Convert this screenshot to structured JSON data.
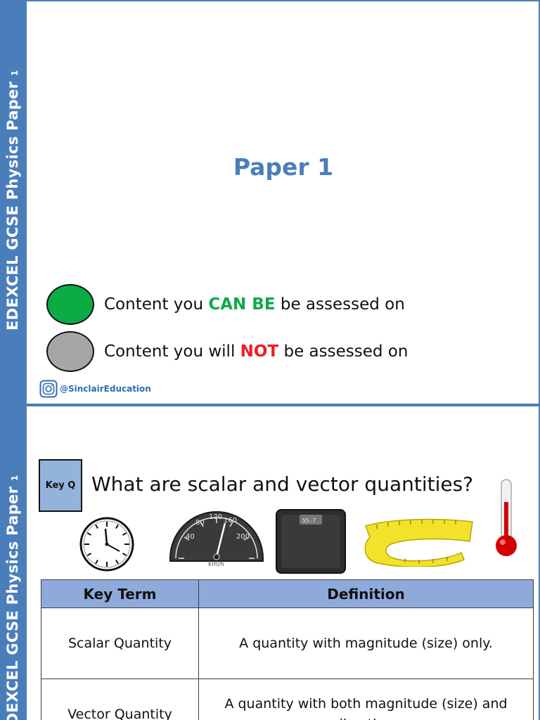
{
  "slide1": {
    "side_text": "EDEXCEL GCSE Physics Paper",
    "side_number": "1",
    "title": "Paper 1",
    "legend": {
      "can_prefix": "Content you ",
      "can_highlight": "CAN BE",
      "can_suffix": " be assessed on",
      "not_prefix": "Content you will ",
      "not_highlight": "NOT",
      "not_suffix": " be assessed on"
    },
    "social_handle": "@SinclairEducation"
  },
  "slide2": {
    "side_text": "EDEXCEL GCSE Physics Paper",
    "side_number": "1",
    "key_badge": "Key Q",
    "question": "What are scalar and vector quantities?",
    "speedometer": {
      "ticks": [
        "40",
        "80",
        "120",
        "160",
        "200"
      ],
      "unit": "km/h"
    },
    "scale_display": "55.7",
    "table": {
      "headers": [
        "Key Term",
        "Definition"
      ],
      "rows": [
        {
          "term": "Scalar Quantity",
          "definition": "A quantity with magnitude (size) only."
        },
        {
          "term": "Vector Quantity",
          "definition": "A quantity with both magnitude (size) and direction."
        }
      ]
    }
  },
  "colors": {
    "brand_blue": "#4a7ebb",
    "can_green": "#12a84a",
    "not_red": "#ee1c24",
    "header_blue": "#8eaadb"
  }
}
